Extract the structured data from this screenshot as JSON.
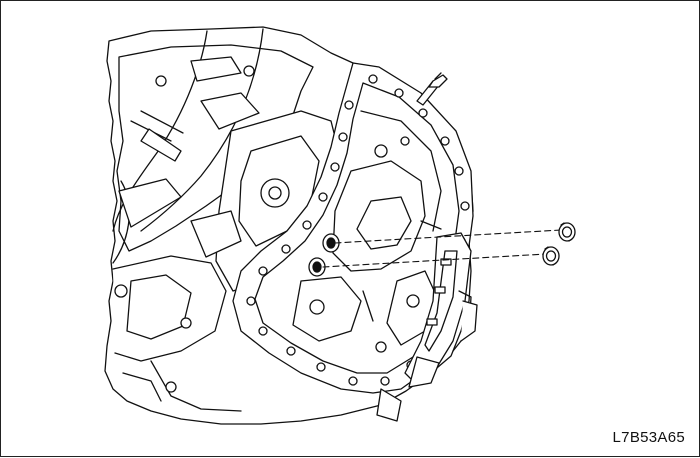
{
  "figure": {
    "id_label": "L7B53A65"
  },
  "colors": {
    "line": "#111111",
    "fill": "#ffffff",
    "shade": "#e9e9e9"
  },
  "parts": [
    {
      "name": "transaxle-case",
      "icon": "transaxle-housing-drawing"
    },
    {
      "name": "shift-shaft-seal-upper",
      "icon": "oil-seal-ring"
    },
    {
      "name": "shift-shaft-seal-lower",
      "icon": "oil-seal-ring"
    }
  ]
}
